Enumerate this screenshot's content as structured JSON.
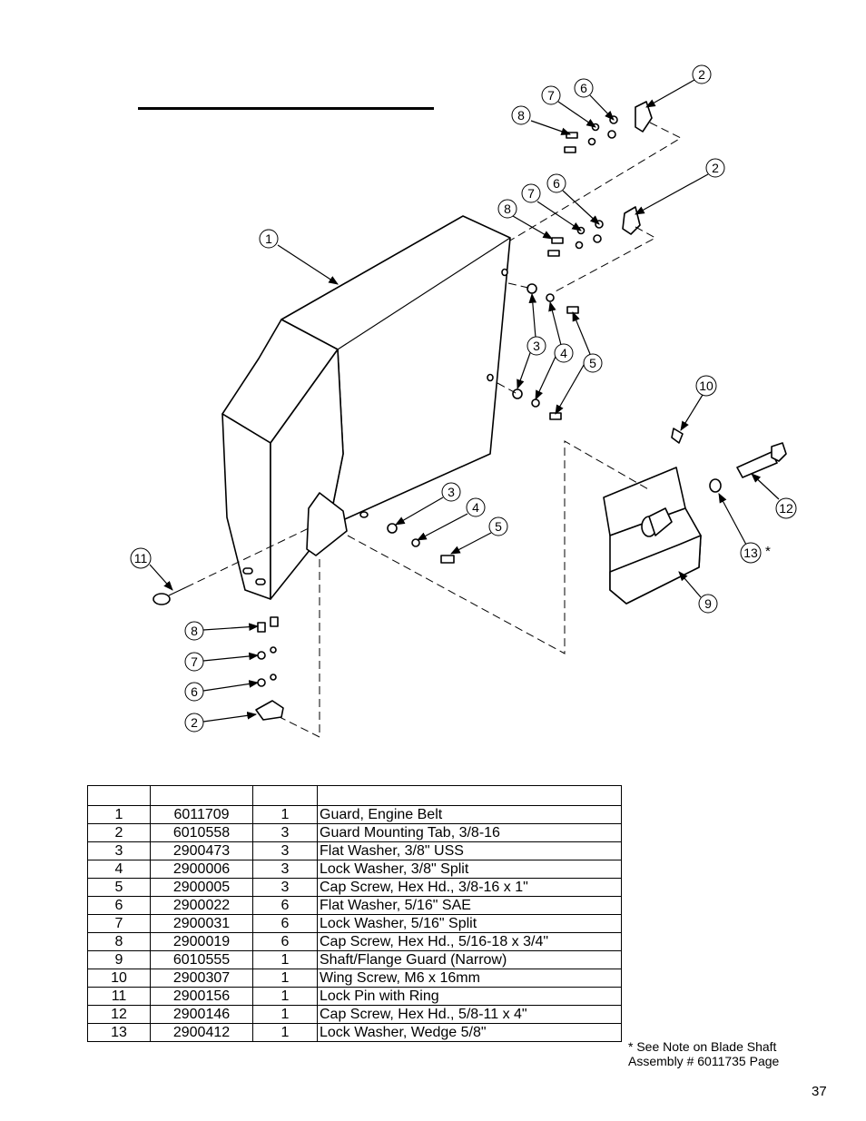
{
  "diagram": {
    "callouts": [
      "1",
      "2",
      "3",
      "4",
      "5",
      "6",
      "7",
      "8",
      "9",
      "10",
      "11",
      "12",
      "13"
    ],
    "asterisk": "*"
  },
  "parts_table": {
    "rows": [
      {
        "item": "1",
        "part": "6011709",
        "qty": "1",
        "desc": "Guard, Engine Belt"
      },
      {
        "item": "2",
        "part": "6010558",
        "qty": "3",
        "desc": "Guard Mounting Tab, 3/8-16"
      },
      {
        "item": "3",
        "part": "2900473",
        "qty": "3",
        "desc": "Flat Washer, 3/8\" USS"
      },
      {
        "item": "4",
        "part": "2900006",
        "qty": "3",
        "desc": "Lock Washer, 3/8\" Split"
      },
      {
        "item": "5",
        "part": "2900005",
        "qty": "3",
        "desc": "Cap Screw, Hex Hd., 3/8-16 x 1\""
      },
      {
        "item": "6",
        "part": "2900022",
        "qty": "6",
        "desc": "Flat Washer, 5/16\" SAE"
      },
      {
        "item": "7",
        "part": "2900031",
        "qty": "6",
        "desc": "Lock Washer, 5/16\" Split"
      },
      {
        "item": "8",
        "part": "2900019",
        "qty": "6",
        "desc": "Cap Screw, Hex Hd., 5/16-18 x 3/4\""
      },
      {
        "item": "9",
        "part": "6010555",
        "qty": "1",
        "desc": "Shaft/Flange Guard (Narrow)"
      },
      {
        "item": "10",
        "part": "2900307",
        "qty": "1",
        "desc": "Wing Screw, M6 x 16mm"
      },
      {
        "item": "11",
        "part": "2900156",
        "qty": "1",
        "desc": "Lock Pin with Ring"
      },
      {
        "item": "12",
        "part": "2900146",
        "qty": "1",
        "desc": "Cap Screw, Hex Hd., 5/8-11 x 4\""
      },
      {
        "item": "13",
        "part": "2900412",
        "qty": "1",
        "desc": "Lock Washer, Wedge 5/8\""
      }
    ]
  },
  "note": {
    "line1": "* See Note on Blade Shaft",
    "line2": "Assembly # 6011735 Page"
  },
  "page_number": "37"
}
